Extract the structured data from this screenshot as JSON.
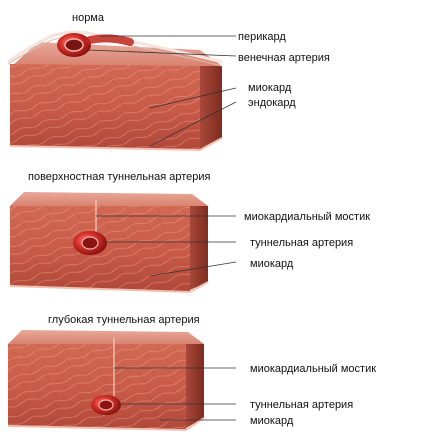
{
  "colors": {
    "muscle": "#c8604e",
    "muscle_light": "#e0907c",
    "muscle_dark": "#8f3426",
    "artery": "#c0261f",
    "leader": "#333333"
  },
  "panels": [
    {
      "title": "норма",
      "labels": [
        "перикард",
        "венечная артерия",
        "миокард",
        "эндокард"
      ]
    },
    {
      "title": "поверхностная туннельная артерия",
      "labels": [
        "миокардиальный мостик",
        "туннельная артерия",
        "миокард"
      ]
    },
    {
      "title": "глубокая туннельная артерия",
      "labels": [
        "миокардиальный мостик",
        "туннельная артерия",
        "миокард"
      ]
    }
  ]
}
